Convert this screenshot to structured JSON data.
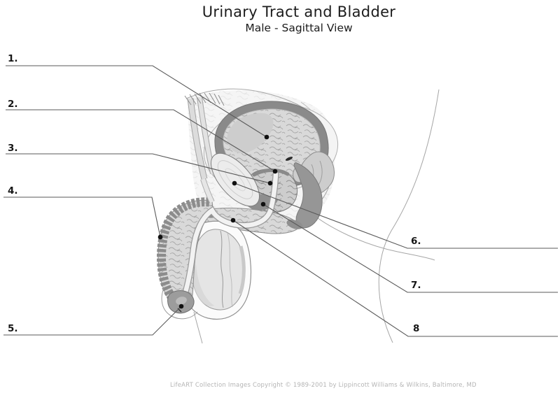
{
  "title": "Urinary Tract and Bladder",
  "subtitle": "Male - Sagittal View",
  "labels": [
    {
      "num": "1."
    },
    {
      "num": "2."
    },
    {
      "num": "3."
    },
    {
      "num": "4."
    },
    {
      "num": "5."
    },
    {
      "num": "6."
    },
    {
      "num": "7."
    },
    {
      "num": "8"
    }
  ],
  "footer": "LifeART Collection Images Copyright © 1989-2001 by Lippincott Williams & Wilkins, Baltimore, MD",
  "colors": {
    "leader_line": "#5a5a5a",
    "label_text": "#161616",
    "title_text": "#1c1c1c",
    "footer_text": "#b4b4b4",
    "anatomy_dark": "#8a8a8a",
    "anatomy_light": "#d9d9d9"
  }
}
